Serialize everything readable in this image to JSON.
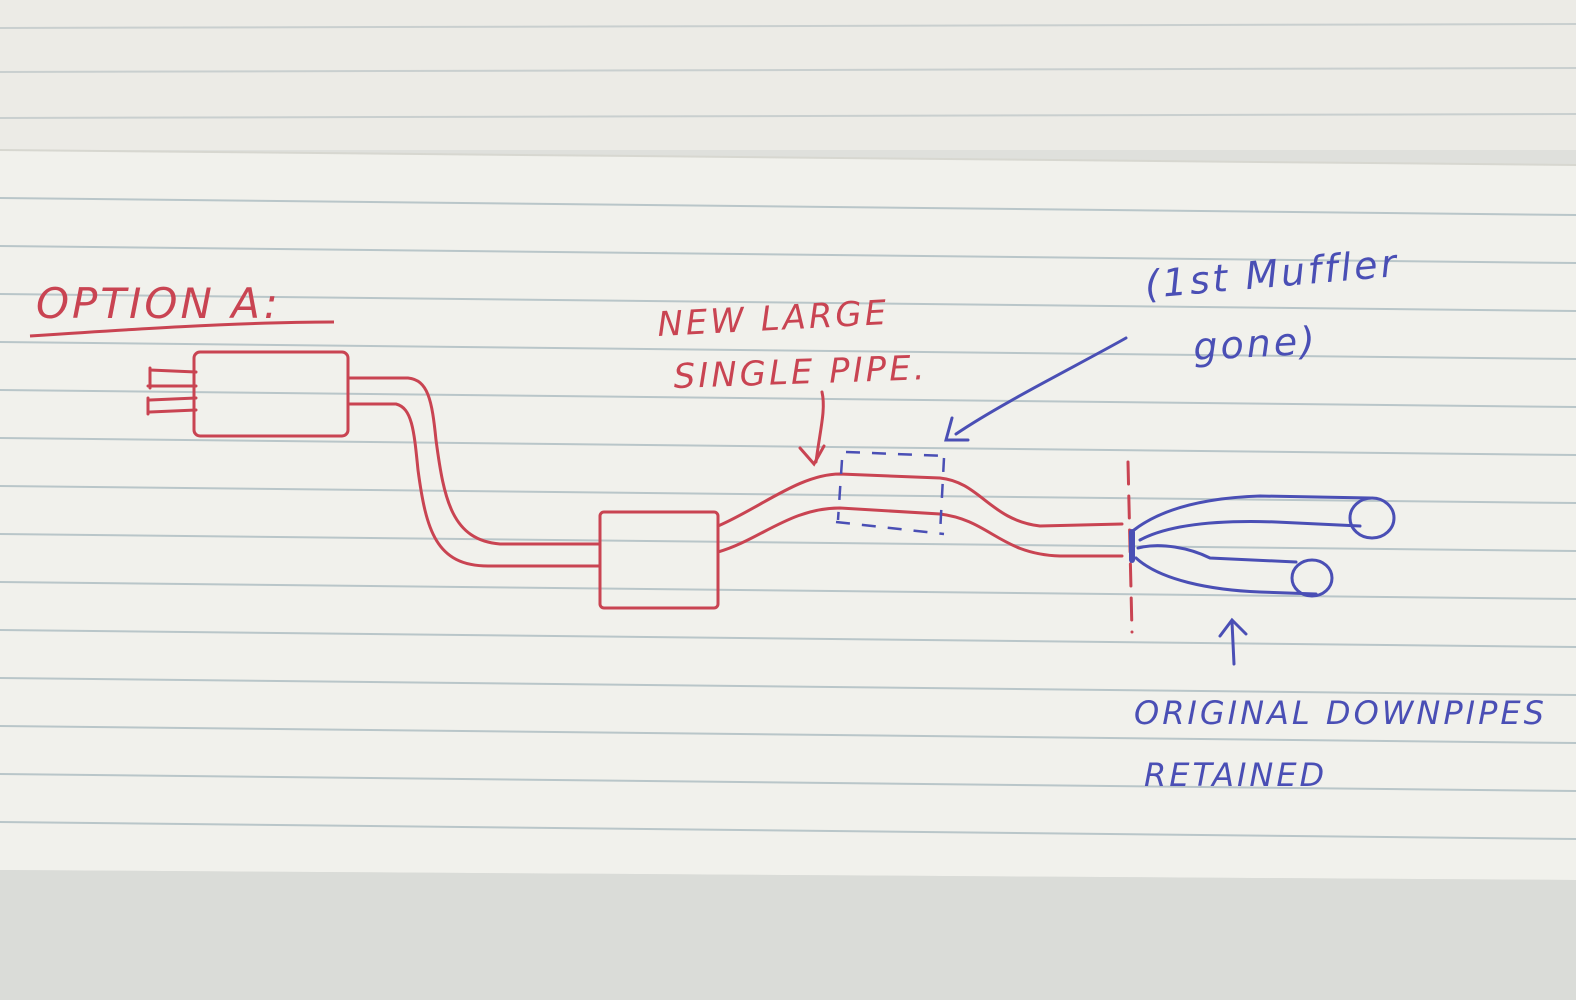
{
  "diagram": {
    "title": "OPTION A:",
    "new_pipe_label_line1": "NEW LARGE",
    "new_pipe_label_line2": "SINGLE PIPE.",
    "muffler_note_line1": "(1st Muffler",
    "muffler_note_line2": "gone)",
    "downpipes_label_line1": "ORIGINAL DOWNPIPES",
    "downpipes_label_line2": "RETAINED",
    "colors": {
      "paper": "#f1f1ec",
      "rule_line": "#b9c6c9",
      "red_ink": "#c94452",
      "blue_ink": "#4a4fb5",
      "desk": "#dfe0dc"
    }
  }
}
